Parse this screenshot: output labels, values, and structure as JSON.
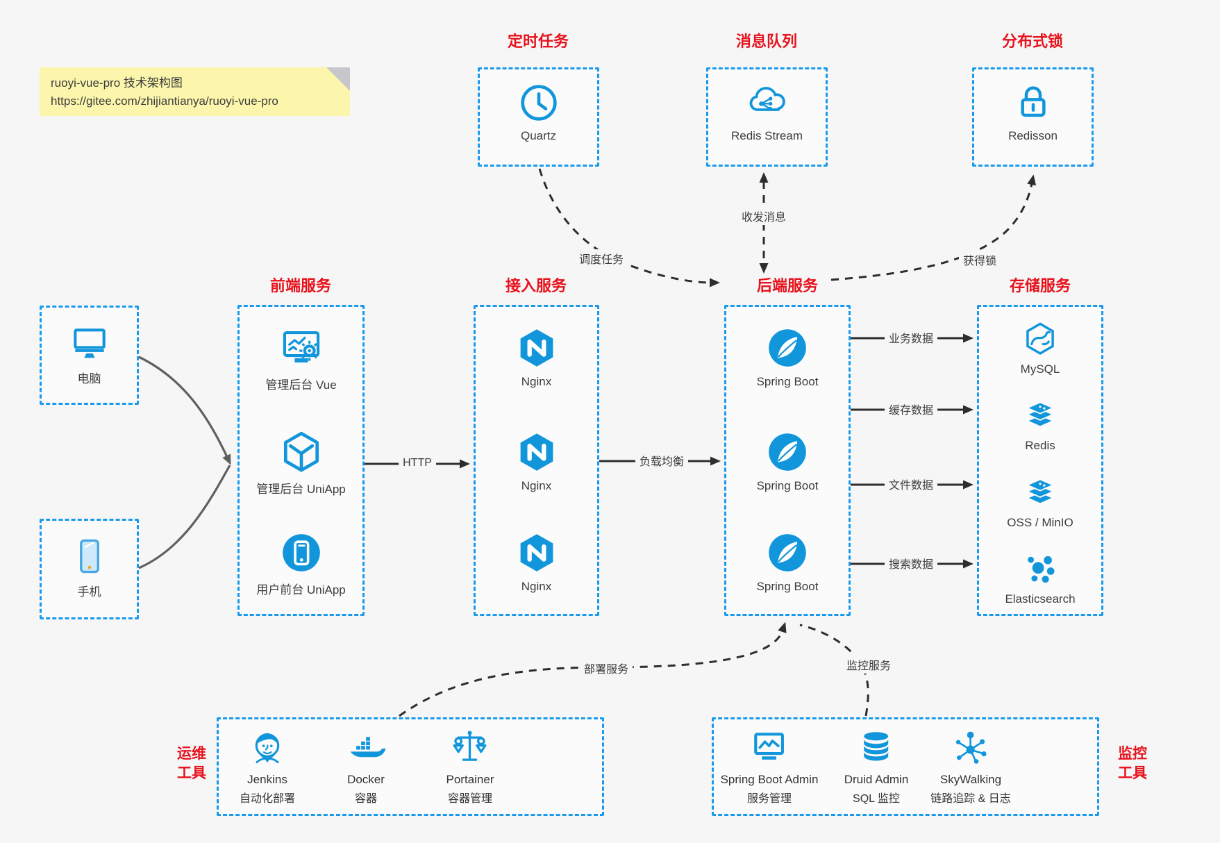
{
  "colors": {
    "accent_blue": "#1296db",
    "border_blue": "#1899ec",
    "title_red": "#e8121c",
    "arrow_black": "#2d2d2d",
    "arrow_gray": "#5f5f5f",
    "note_bg": "#fcf6ad",
    "page_bg": "#f6f6f7"
  },
  "note": {
    "line1": "ruoyi-vue-pro 技术架构图",
    "line2": "https://gitee.com/zhijiantianya/ruoyi-vue-pro"
  },
  "top_services": [
    {
      "title": "定时任务",
      "label": "Quartz",
      "icon": "clock-icon"
    },
    {
      "title": "消息队列",
      "label": "Redis Stream",
      "icon": "cloud-share-icon"
    },
    {
      "title": "分布式锁",
      "label": "Redisson",
      "icon": "lock-icon"
    }
  ],
  "clients": [
    {
      "label": "电脑",
      "icon": "desktop-icon"
    },
    {
      "label": "手机",
      "icon": "smartphone-icon"
    }
  ],
  "columns": [
    {
      "title": "前端服务",
      "items": [
        {
          "label": "管理后台 Vue",
          "icon": "admin-vue-icon"
        },
        {
          "label": "管理后台 UniApp",
          "icon": "uniapp-cube-icon"
        },
        {
          "label": "用户前台 UniApp",
          "icon": "user-app-icon"
        }
      ]
    },
    {
      "title": "接入服务",
      "items": [
        {
          "label": "Nginx",
          "icon": "nginx-icon"
        },
        {
          "label": "Nginx",
          "icon": "nginx-icon"
        },
        {
          "label": "Nginx",
          "icon": "nginx-icon"
        }
      ]
    },
    {
      "title": "后端服务",
      "items": [
        {
          "label": "Spring Boot",
          "icon": "spring-icon"
        },
        {
          "label": "Spring Boot",
          "icon": "spring-icon"
        },
        {
          "label": "Spring Boot",
          "icon": "spring-icon"
        }
      ]
    },
    {
      "title": "存储服务",
      "items": [
        {
          "label": "MySQL",
          "icon": "mysql-icon"
        },
        {
          "label": "Redis",
          "icon": "layers-icon"
        },
        {
          "label": "OSS / MinIO",
          "icon": "layers-icon"
        },
        {
          "label": "Elasticsearch",
          "icon": "elasticsearch-icon"
        }
      ]
    }
  ],
  "edges": {
    "http": "HTTP",
    "load_balance": "负载均衡",
    "business": "业务数据",
    "cache": "缓存数据",
    "file": "文件数据",
    "search": "搜索数据",
    "schedule": "调度任务",
    "message": "收发消息",
    "lock": "获得锁",
    "deploy": "部署服务",
    "monitor": "监控服务"
  },
  "bottom_groups": [
    {
      "title_line1": "运维",
      "title_line2": "工具",
      "items": [
        {
          "name": "Jenkins",
          "desc": "自动化部署",
          "icon": "jenkins-icon"
        },
        {
          "name": "Docker",
          "desc": "容器",
          "icon": "docker-icon"
        },
        {
          "name": "Portainer",
          "desc": "容器管理",
          "icon": "portainer-scales-icon"
        }
      ]
    },
    {
      "title_line1": "监控",
      "title_line2": "工具",
      "items": [
        {
          "name": "Spring Boot Admin",
          "desc": "服务管理",
          "icon": "monitor-chart-icon"
        },
        {
          "name": "Druid Admin",
          "desc": "SQL 监控",
          "icon": "database-icon"
        },
        {
          "name": "SkyWalking",
          "desc": "链路追踪 & 日志",
          "icon": "topology-icon"
        }
      ]
    }
  ]
}
